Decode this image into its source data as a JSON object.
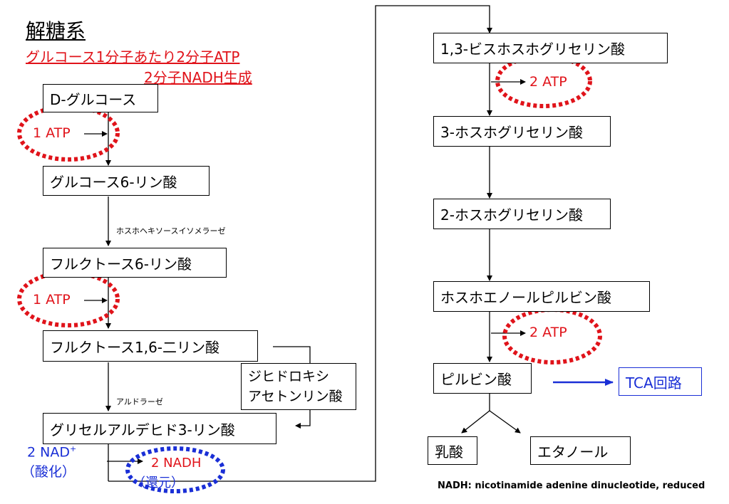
{
  "title": "解糖系",
  "summary": {
    "line1": "グルコース1分子あたり2分子ATP",
    "line2": "2分子NADH生成"
  },
  "left_steps": {
    "glucose": "D-グルコース",
    "g6p": "グルコース6-リン酸",
    "f6p": "フルクトース6-リン酸",
    "f16bp": "フルクトース1,6-二リン酸",
    "dhap_line1": "ジヒドロキシ",
    "dhap_line2": "アセトンリン酸",
    "g3p": "グリセルアルデヒド3-リン酸"
  },
  "right_steps": {
    "bpg13": "1,3-ビスホスホグリセリン酸",
    "pg3": "3-ホスホグリセリン酸",
    "pg2": "2-ホスホグリセリン酸",
    "pep": "ホスホエノールピルビン酸",
    "pyruvate": "ピルビン酸",
    "lactate": "乳酸",
    "ethanol": "エタノール",
    "tca": "TCA回路"
  },
  "enzymes": {
    "isomerase": "ホスホヘキソースイソメラーゼ",
    "aldolase": "アルドラーゼ"
  },
  "energy": {
    "atp_in_1": "1 ATP",
    "atp_in_2": "1 ATP",
    "atp_out_1": "2 ATP",
    "atp_out_2": "2 ATP",
    "nad_line1": "2 NAD",
    "nad_sup": "+",
    "nad_line2": "（酸化）",
    "nadh_line1": "2 NADH",
    "nadh_line2": "（還元）"
  },
  "footnote": "NADH:  nicotinamide adenine dinucleotide, reduced",
  "colors": {
    "atp_red": "#e0131a",
    "nad_blue": "#1a2fd6",
    "tca_arrow": "#1a2fd6"
  }
}
